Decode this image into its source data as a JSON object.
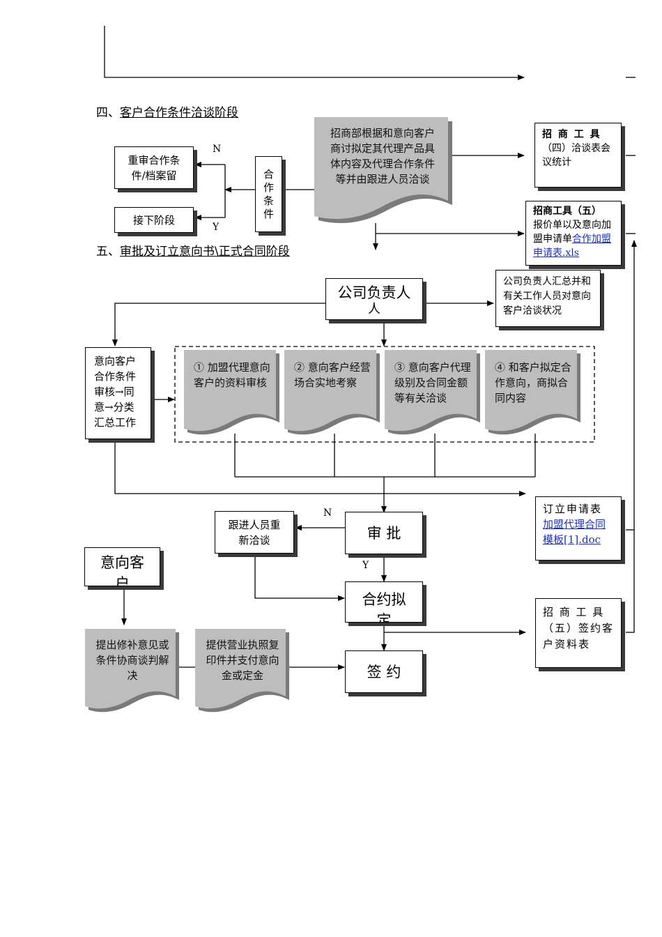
{
  "section4": {
    "prefix": "四、",
    "title": "客户合作条件洽谈阶段",
    "recheck_box": "重审合作条件/档案留",
    "next_stage_box": "接下阶段",
    "conditions_box": "合\n作\n条\n件",
    "negotiation_doc": "招商部根据和意向客户商讨拟定其代理产品具体内容及代理合作条件等并由跟进人员洽谈",
    "tool4_title": "招 商 工 具",
    "tool4_body": "（四）洽谈表会议统计",
    "tool5_title": "招商工具（五）",
    "tool5_body": "报价单以及意向加盟申请单",
    "tool5_link": "合作加盟申请表.xls",
    "label_n": "N",
    "label_y": "Y"
  },
  "section5": {
    "prefix": "五、",
    "title": "审批及订立意向书\\正式合同阶段",
    "company_head": "公司负责人",
    "company_head_overflow": "人",
    "summary_box": "公司负责人汇总并和有关工作人员对意向客户洽谈状况",
    "review_box": "意向客户合作条件审核→同意→分类汇总工作",
    "steps": [
      "① 加盟代理意向客户的资料审核",
      "② 意向客户经营场合实地考察",
      "③ 意向客户代理级别及合同金额等有关洽谈",
      "④ 和客户拟定合作意向，商拟合同内容"
    ],
    "approval": "审 批",
    "follow_up": "跟进人员重新洽谈",
    "contract_draft": "合约拟定",
    "sign": "签 约",
    "apply_form_title": "订立申请表",
    "apply_form_link": "加盟代理合同模板[1].doc",
    "tool5_sign": "招 商 工 具（五）签约客户资料表",
    "intent_customer": "意向客户",
    "supplement_doc": "提出修补意见或条件协商谈判解决",
    "license_doc": "提供营业执照复印件并支付意向金或定金",
    "label_n": "N",
    "label_y": "Y"
  }
}
